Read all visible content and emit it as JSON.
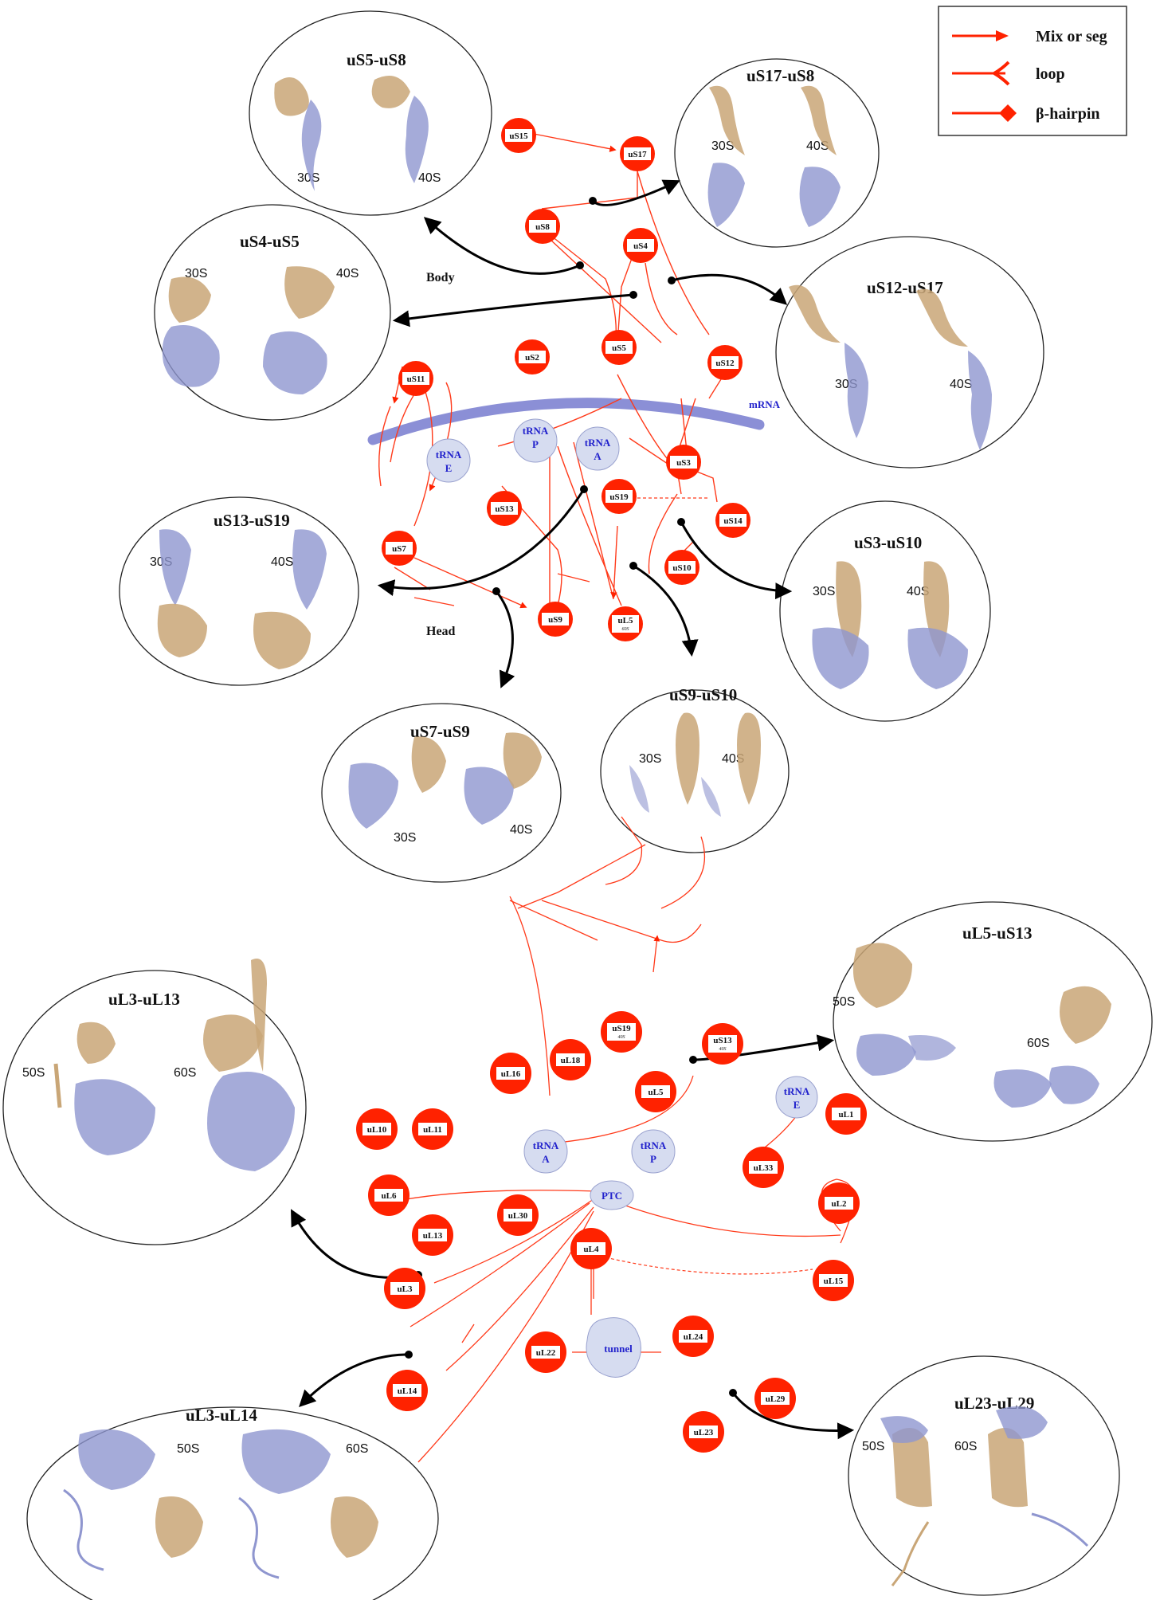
{
  "legend": {
    "items": [
      {
        "label": "Mix or seg",
        "marker": "arrow"
      },
      {
        "label": "loop",
        "marker": "fork"
      },
      {
        "label": "β-hairpin",
        "marker": "diamond"
      }
    ]
  },
  "colors": {
    "node_fill": "#ff2200",
    "edge": "#ff3a1a",
    "blue_node": "#d6dcf0",
    "mrna": "#8b8fd6",
    "bridge_arrow": "#000000",
    "protein_tan": "#c9a677",
    "protein_blue": "#8f96cf"
  },
  "regions": {
    "body": "Body",
    "head": "Head",
    "mrna": "mRNA"
  },
  "circles": [
    {
      "id": "c1",
      "title": "uS5-uS8",
      "left_label": "30S",
      "right_label": "40S"
    },
    {
      "id": "c2",
      "title": "uS17-uS8",
      "left_label": "30S",
      "right_label": "40S"
    },
    {
      "id": "c3",
      "title": "uS4-uS5",
      "left_label": "30S",
      "right_label": "40S"
    },
    {
      "id": "c4",
      "title": "uS12-uS17",
      "left_label": "30S",
      "right_label": "40S"
    },
    {
      "id": "c5",
      "title": "uS13-uS19",
      "left_label": "30S",
      "right_label": "40S"
    },
    {
      "id": "c6",
      "title": "uS3-uS10",
      "left_label": "30S",
      "right_label": "40S"
    },
    {
      "id": "c7",
      "title": "uS7-uS9",
      "left_label": "30S",
      "right_label": "40S"
    },
    {
      "id": "c8",
      "title": "uS9-uS10",
      "left_label": "30S",
      "right_label": "40S"
    },
    {
      "id": "c9",
      "title": "uL3-uL13",
      "left_label": "50S",
      "right_label": "60S"
    },
    {
      "id": "c10",
      "title": "uL5-uS13",
      "left_label": "50S",
      "right_label": "60S"
    },
    {
      "id": "c11",
      "title": "uL3-uL14",
      "left_label": "50S",
      "right_label": "60S"
    },
    {
      "id": "c12",
      "title": "uL23-uL29",
      "left_label": "50S",
      "right_label": "60S"
    }
  ],
  "nodes_small": [
    {
      "id": "uS15",
      "label": "uS15"
    },
    {
      "id": "uS17",
      "label": "uS17"
    },
    {
      "id": "uS8",
      "label": "uS8"
    },
    {
      "id": "uS4",
      "label": "uS4"
    },
    {
      "id": "uS2",
      "label": "uS2"
    },
    {
      "id": "uS5",
      "label": "uS5"
    },
    {
      "id": "uS12",
      "label": "uS12"
    },
    {
      "id": "uS11",
      "label": "uS11"
    },
    {
      "id": "uS3",
      "label": "uS3"
    },
    {
      "id": "uS19",
      "label": "uS19"
    },
    {
      "id": "uS13",
      "label": "uS13"
    },
    {
      "id": "uS14",
      "label": "uS14"
    },
    {
      "id": "uS10",
      "label": "uS10"
    },
    {
      "id": "uS7",
      "label": "uS7"
    },
    {
      "id": "uS9",
      "label": "uS9"
    },
    {
      "id": "uL5a",
      "label": "uL5",
      "sub": "60S"
    }
  ],
  "nodes_large": [
    {
      "id": "uS19b",
      "label": "uS19",
      "sub": "40S"
    },
    {
      "id": "uS13b",
      "label": "uS13",
      "sub": "40S"
    },
    {
      "id": "uL16",
      "label": "uL16"
    },
    {
      "id": "uL18",
      "label": "uL18"
    },
    {
      "id": "uL5",
      "label": "uL5"
    },
    {
      "id": "uL1",
      "label": "uL1"
    },
    {
      "id": "uL33",
      "label": "uL33"
    },
    {
      "id": "uL10",
      "label": "uL10"
    },
    {
      "id": "uL11",
      "label": "uL11"
    },
    {
      "id": "uL6",
      "label": "uL6"
    },
    {
      "id": "uL30",
      "label": "uL30"
    },
    {
      "id": "uL2",
      "label": "uL2"
    },
    {
      "id": "uL13",
      "label": "uL13"
    },
    {
      "id": "uL4",
      "label": "uL4"
    },
    {
      "id": "uL15",
      "label": "uL15"
    },
    {
      "id": "uL3",
      "label": "uL3"
    },
    {
      "id": "uL22",
      "label": "uL22"
    },
    {
      "id": "uL24",
      "label": "uL24"
    },
    {
      "id": "uL14",
      "label": "uL14"
    },
    {
      "id": "uL29",
      "label": "uL29"
    },
    {
      "id": "uL23",
      "label": "uL23"
    }
  ],
  "blue_nodes": [
    {
      "id": "tRNA_E_top",
      "line1": "tRNA",
      "line2": "E"
    },
    {
      "id": "tRNA_P_top",
      "line1": "tRNA",
      "line2": "P"
    },
    {
      "id": "tRNA_A_top",
      "line1": "tRNA",
      "line2": "A"
    },
    {
      "id": "tRNA_A_bot",
      "line1": "tRNA",
      "line2": "A"
    },
    {
      "id": "tRNA_P_bot",
      "line1": "tRNA",
      "line2": "P"
    },
    {
      "id": "tRNA_E_bot",
      "line1": "tRNA",
      "line2": "E"
    },
    {
      "id": "PTC",
      "line1": "PTC"
    },
    {
      "id": "tunnel",
      "line1": "tunnel"
    }
  ]
}
